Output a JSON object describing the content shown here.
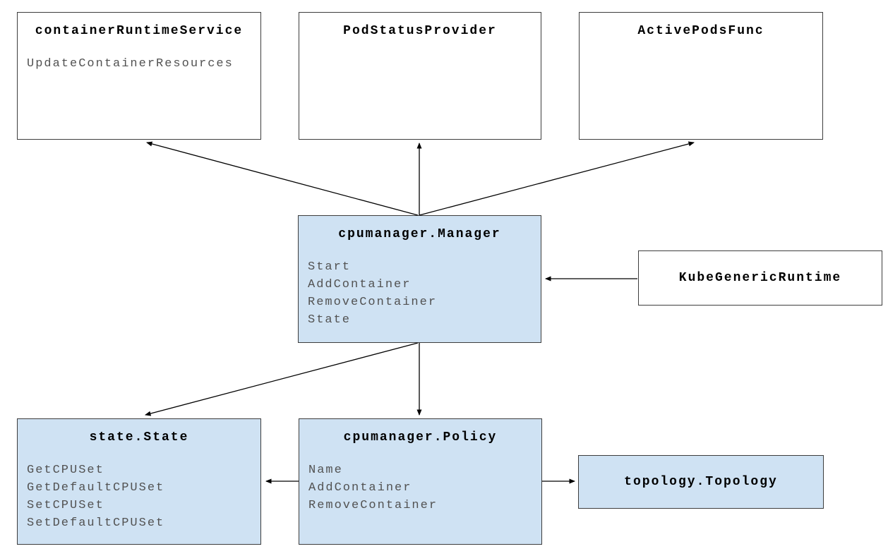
{
  "diagram": {
    "nodes": {
      "container_runtime_service": {
        "title": "containerRuntimeService",
        "methods": [
          "UpdateContainerResources"
        ]
      },
      "pod_status_provider": {
        "title": "PodStatusProvider",
        "methods": []
      },
      "active_pods_func": {
        "title": "ActivePodsFunc",
        "methods": []
      },
      "cpumanager_manager": {
        "title": "cpumanager.Manager",
        "methods": [
          "Start",
          "AddContainer",
          "RemoveContainer",
          "State"
        ]
      },
      "kube_generic_runtime": {
        "title": "KubeGenericRuntime",
        "methods": []
      },
      "state_state": {
        "title": "state.State",
        "methods": [
          "GetCPUSet",
          "GetDefaultCPUSet",
          "SetCPUSet",
          "SetDefaultCPUSet"
        ]
      },
      "cpumanager_policy": {
        "title": "cpumanager.Policy",
        "methods": [
          "Name",
          "AddContainer",
          "RemoveContainer"
        ]
      },
      "topology_topology": {
        "title": "topology.Topology",
        "methods": []
      }
    },
    "colors": {
      "highlight_fill": "#cfe2f3",
      "plain_fill": "#ffffff",
      "border": "#3d3d3d",
      "method_text": "#525252",
      "arrow": "#000000"
    }
  }
}
